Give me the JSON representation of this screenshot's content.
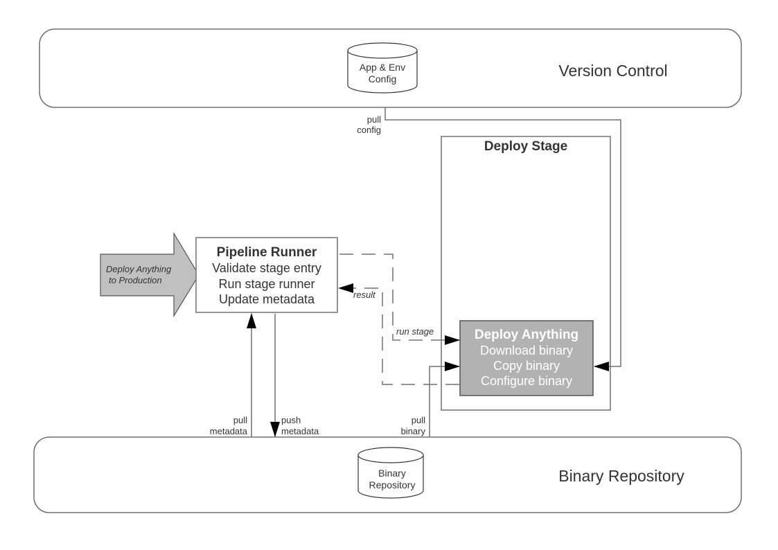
{
  "diagram": {
    "version_control": {
      "label": "Version Control",
      "store": {
        "line1": "App & Env",
        "line2": "Config"
      }
    },
    "binary_repository": {
      "label": "Binary Repository",
      "store": {
        "line1": "Binary",
        "line2": "Repository"
      }
    },
    "trigger_arrow": {
      "line1": "Deploy Anything",
      "line2": "to Production"
    },
    "pipeline_runner": {
      "title": "Pipeline Runner",
      "lines": [
        "Validate stage entry",
        "Run stage runner",
        "Update metadata"
      ]
    },
    "deploy_stage": {
      "title": "Deploy Stage"
    },
    "deploy_anything": {
      "title": "Deploy Anything",
      "lines": [
        "Download binary",
        "Copy binary",
        "Configure binary"
      ],
      "fill_color": "#b2b2b2"
    },
    "connectors": {
      "pull_config": {
        "line1": "pull",
        "line2": "config"
      },
      "pull_metadata": {
        "line1": "pull",
        "line2": "metadata"
      },
      "push_metadata": {
        "line1": "push",
        "line2": "metadata"
      },
      "pull_binary": {
        "line1": "pull",
        "line2": "binary"
      },
      "result": "result",
      "run_stage": "run stage"
    },
    "colors": {
      "stroke": "#707070",
      "arrow_fill": "#c0c0c0",
      "text": "#333333"
    }
  }
}
